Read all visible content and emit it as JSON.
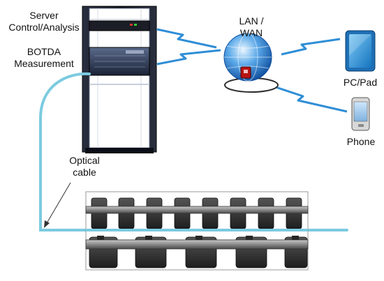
{
  "labels": {
    "server_line1": "Server",
    "server_line2": "Control/Analysis",
    "botda_line1": "BOTDA",
    "botda_line2": "Measurement",
    "network_line1": "LAN /",
    "network_line2": "WAN",
    "pc_pad": "PC/Pad",
    "phone": "Phone",
    "cable_line1": "Optical",
    "cable_line2": "cable"
  },
  "colors": {
    "fiber": "#7ccbe0",
    "lightning": "#2f8ed6",
    "rack": "#12151f",
    "rail": "#7a7a7a",
    "sleeper": "#3a3a3a"
  },
  "icons": {
    "rack": "server-rack-icon",
    "globe": "globe-router-icon",
    "tablet": "tablet-icon",
    "phone": "phone-icon",
    "railway": "railway-track-photo"
  }
}
